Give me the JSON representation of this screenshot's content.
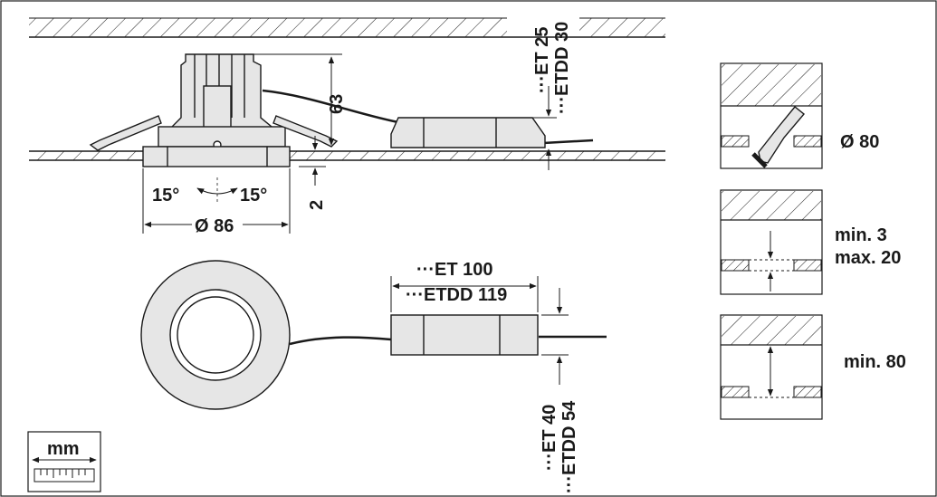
{
  "side_view": {
    "height_dim": "63",
    "ceiling_dim": "2",
    "tilt_left": "15°",
    "tilt_right": "15°",
    "diameter": "Ø 86",
    "driver_height_et": "···ET 25",
    "driver_height_etdd": "···ETDD 30"
  },
  "top_view": {
    "driver_length_et": "···ET  100",
    "driver_length_etdd": "···ETDD  119",
    "driver_width_et": "···ET 40",
    "driver_width_etdd": "···ETDD 54"
  },
  "installation": {
    "cutout": "Ø 80",
    "thickness_min": "min. 3",
    "thickness_max": "max. 20",
    "depth_min": "min. 80"
  },
  "unit_box": {
    "unit": "mm"
  },
  "colors": {
    "line": "#1a1a1a",
    "luminaire_fill": "#e6e6e6"
  }
}
